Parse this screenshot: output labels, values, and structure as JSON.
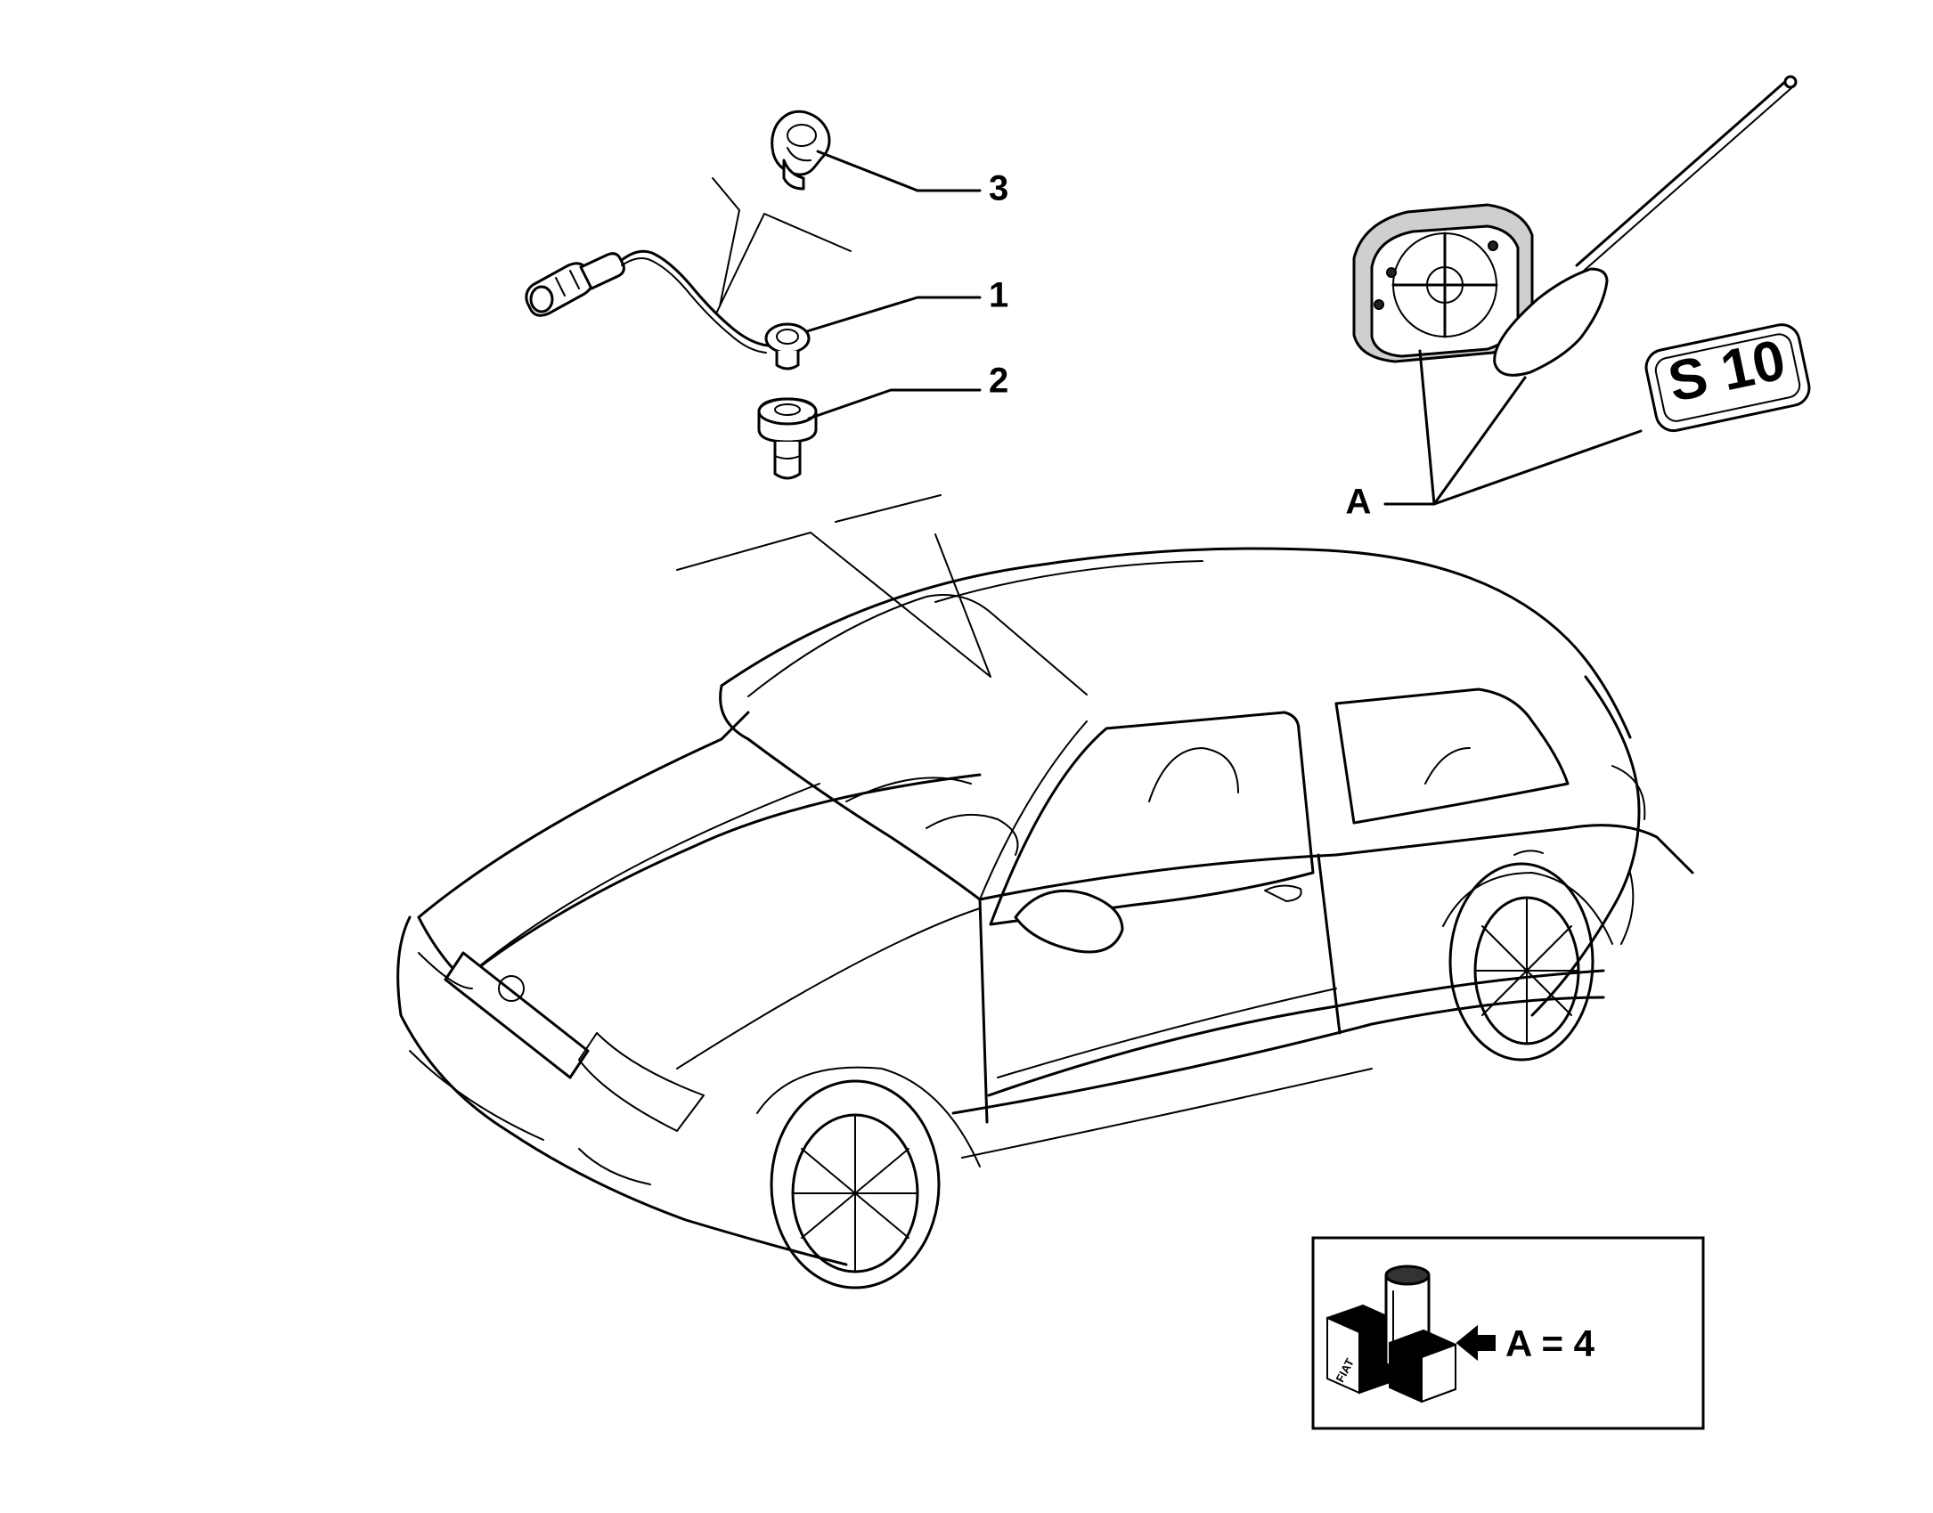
{
  "callouts": {
    "part_1": "1",
    "part_2": "2",
    "part_3": "3",
    "kit_a": "A"
  },
  "badge": {
    "text": "S 10"
  },
  "legend": {
    "equation": "A = 4",
    "logo_lettering": "FIAT"
  },
  "icons": {
    "sensor_with_cable": "oxygen-sensor-cable-icon",
    "grommet": "grommet-icon",
    "clip": "clip-icon",
    "loudspeaker": "loudspeaker-icon",
    "antenna": "antenna-icon",
    "car": "hatchback-car-icon",
    "box_kit": "box-kit-icon"
  }
}
